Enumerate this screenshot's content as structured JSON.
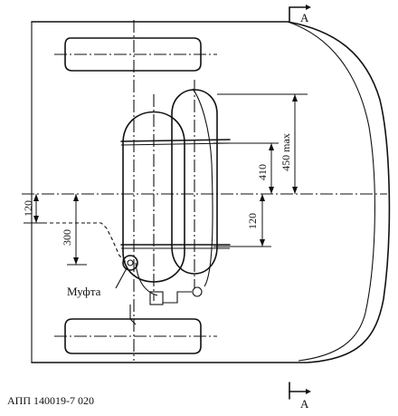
{
  "section_marker": "A",
  "dimensions": {
    "d450": "450 max",
    "d410": "410",
    "d120_right": "120",
    "d120_left": "120",
    "d300": "300"
  },
  "callout": "Муфта",
  "drawing_code": "АПП 140019-7 020"
}
